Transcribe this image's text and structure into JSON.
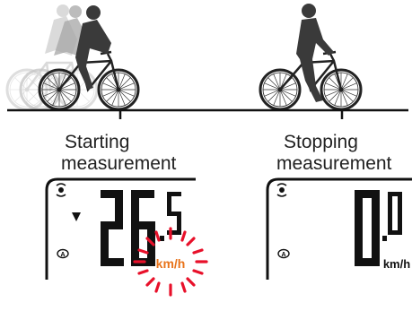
{
  "start": {
    "caption_line1": "Starting",
    "caption_line2": "measurement",
    "display_digits": "26.5",
    "unit": "km/h",
    "unit_color": "#e8731a",
    "flash_color": "#e8102a",
    "mode_indicator": "A",
    "trend_icon": "down-triangle-icon"
  },
  "stop": {
    "caption_line1": "Stopping",
    "caption_line2": "measurement",
    "display_digits": "0.0",
    "unit": "km/h",
    "unit_color": "#111111",
    "mode_indicator": "A"
  },
  "colors": {
    "ground": "#111111",
    "rider_ghost": "#bdbdbd",
    "rider": "#333333"
  }
}
